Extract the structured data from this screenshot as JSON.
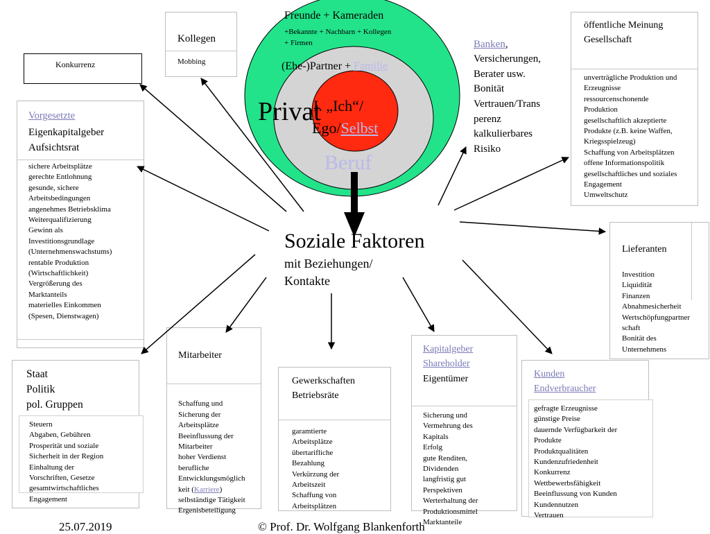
{
  "center": {
    "ring_outer": "Freunde + Kameraden",
    "ring_outer_sub": "+Bekannte + Nachbarn + Kollegen\n+ Firmen",
    "ring_middle_a": "(Ehe-)Partner + ",
    "ring_middle_link": "Familie",
    "core_line1": "I. „Ich“/",
    "core_line2_a": "Ego/",
    "core_line2_link": "Selbst",
    "privat": "Privat",
    "beruf": "Beruf",
    "colors": {
      "outer": "#22e38a",
      "middle": "#d4d4d4",
      "core": "#ff2a0f",
      "text_link": "#b9b9ea"
    }
  },
  "hub": {
    "title": "Soziale Faktoren",
    "sub": "mit Beziehungen/\nKontakte"
  },
  "konkurrenz": {
    "label": "Konkurrenz"
  },
  "kollegen": {
    "title": "Kollegen",
    "body": "Mobbing"
  },
  "banken": {
    "link": "Banken",
    "rest": ",\nVersicherungen,\nBerater usw.\nBonität\nVertrauen/Trans\nperenz\nkalkulierbares\nRisiko"
  },
  "oeffentlich": {
    "title": "öffentliche Meinung\nGesellschaft",
    "body": "unverträgliche Produktion und\nErzeugnisse\nressourcenschonende\nProduktion\ngesellschaftlich akzeptierte\nProdukte (z.B. keine Waffen,\nKriegsspielzeug)\nSchaffung von Arbeitsplätzen\noffene Informationspolitik\ngesellschaftliches und soziales\nEngagement\nUmweltschutz"
  },
  "vorgesetzte": {
    "link": "Vorgesetzte",
    "title": "Eigenkapitalgeber\nAufsichtsrat",
    "body": "sichere Arbeitsplätze\ngerechte Entlohnung\ngesunde, sichere\nArbeitsbedingungen\nangenehmes Betriebsklima\nWeiterqualifizierung\nGewinn als\nInvestitionsgrundlage\n(Unternehmenswachstums)\nrentable Produktion\n(Wirtschaftlichkeit)\nVergrößerung des\nMarktanteils\nmaterielles Einkommen\n(Spesen, Dienstwagen)"
  },
  "lieferanten": {
    "title": "Lieferanten",
    "body": "Investition\nLiquidität\nFinanzen\nAbnahmesicherheit\nWertschöpfungpartner\nschaft\nBonität des\nUnternehmens"
  },
  "staat": {
    "title": "Staat\nPolitik\npol. Gruppen",
    "body": "Steuern\nAbgaben, Gebühren\nProsperität und soziale\nSicherheit in der Region\nEinhaltung der\nVorschriften, Gesetze\ngesamtwirtschaftliches\nEngagement"
  },
  "mitarbeiter": {
    "title": "Mitarbeiter",
    "body_a": "Schaffung und\nSicherung der\nArbeitsplätze\nBeeinflussung der\nMitarbeiter\nhoher Verdienst\nberufliche\nEntwicklungsmöglich\nkeit (",
    "body_link": "Karriere",
    "body_b": ")\nselbständige Tätigkeit\nErgenisbeteiligung"
  },
  "gewerkschaften": {
    "title": "Gewerkschaften\nBetriebsräte",
    "body": "garamtierte\nArbeitsplätze\nübertarifliche\nBezahlung\nVerkürzung der\nArbeitszeit\nSchaffung von\nArbeitsplätzen"
  },
  "kapitalgeber": {
    "link": "Kapitalgeber\nShareholder",
    "title": "Eigentümer",
    "body": "Sicherung und\nVermehrung des\nKapitals\nErfolg\ngute Renditen,\nDividenden\nlangfristig gut\nPerspektiven\nWerterhaltung der\nProduktionsmittel\nMarktanteile"
  },
  "kunden": {
    "link": "Kunden\nEndverbraucher",
    "body": "gefragte Erzeugnisse\ngünstige Preise\ndauernde Verfügbarkeit der\nProdukte\nProduktqualitäten\nKundenzufriedenheit\nKonkurrenz\nWettbewerbsfähigkeit\nBeeinflussung von Kunden\nKundennutzen\nVertrauen"
  },
  "footer": {
    "date": "25.07.2019",
    "author": "© Prof. Dr. Wolfgang Blankenforth"
  }
}
